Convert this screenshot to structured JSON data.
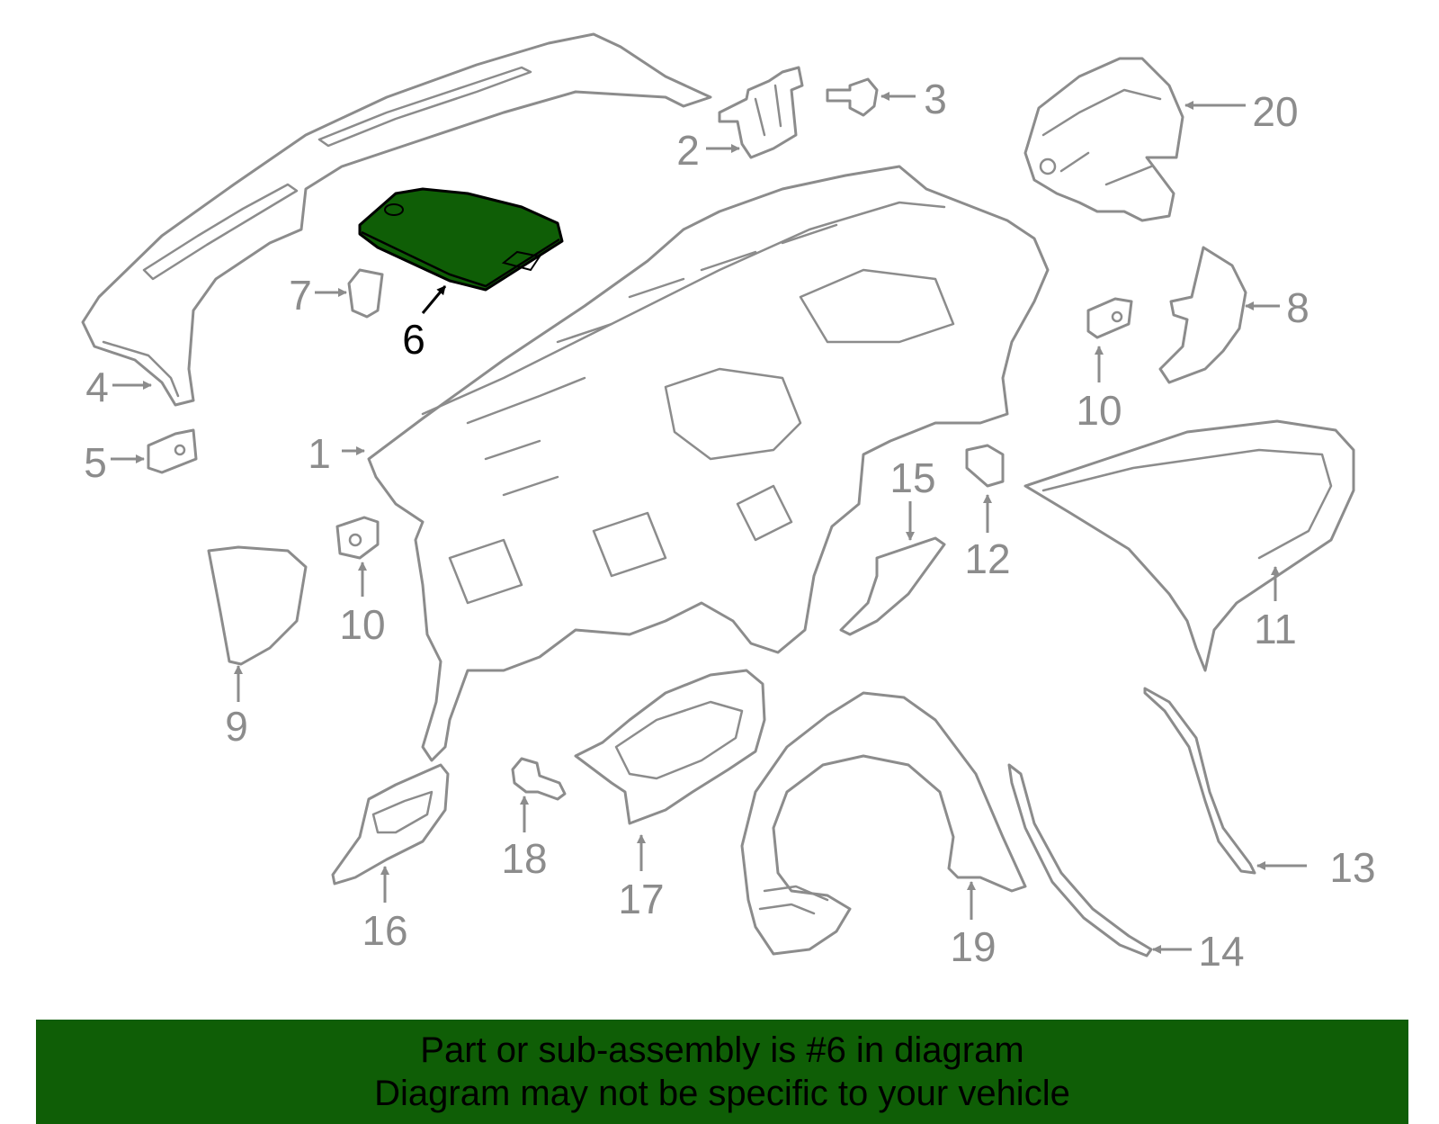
{
  "colors": {
    "highlight": "#0f5e06",
    "line": "#8c8c8c",
    "banner": "#0f5e06",
    "text_highlight": "#000000"
  },
  "highlighted_part": "6",
  "callouts": [
    "1",
    "2",
    "3",
    "4",
    "5",
    "6",
    "7",
    "8",
    "9",
    "10",
    "10",
    "11",
    "12",
    "13",
    "14",
    "15",
    "16",
    "17",
    "18",
    "19",
    "20"
  ],
  "banner": {
    "line1": "Part or sub-assembly is #6 in diagram",
    "line2": "Diagram may not be specific to your vehicle"
  }
}
